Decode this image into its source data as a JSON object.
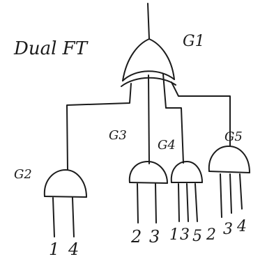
{
  "diagram": {
    "title": "Dual FT",
    "gates": [
      {
        "id": "G1",
        "label": "G1",
        "type": "or"
      },
      {
        "id": "G2",
        "label": "G2",
        "type": "and"
      },
      {
        "id": "G3",
        "label": "G3",
        "type": "and"
      },
      {
        "id": "G4",
        "label": "G4",
        "type": "and"
      },
      {
        "id": "G5",
        "label": "G5",
        "type": "and"
      }
    ],
    "inputs": {
      "G2": [
        "1",
        "4"
      ],
      "G3": [
        "2",
        "3"
      ],
      "G4": [
        "1",
        "3",
        "5"
      ],
      "G5": [
        "2",
        "3",
        "4"
      ]
    },
    "ink_color": "#1b1b1b"
  }
}
